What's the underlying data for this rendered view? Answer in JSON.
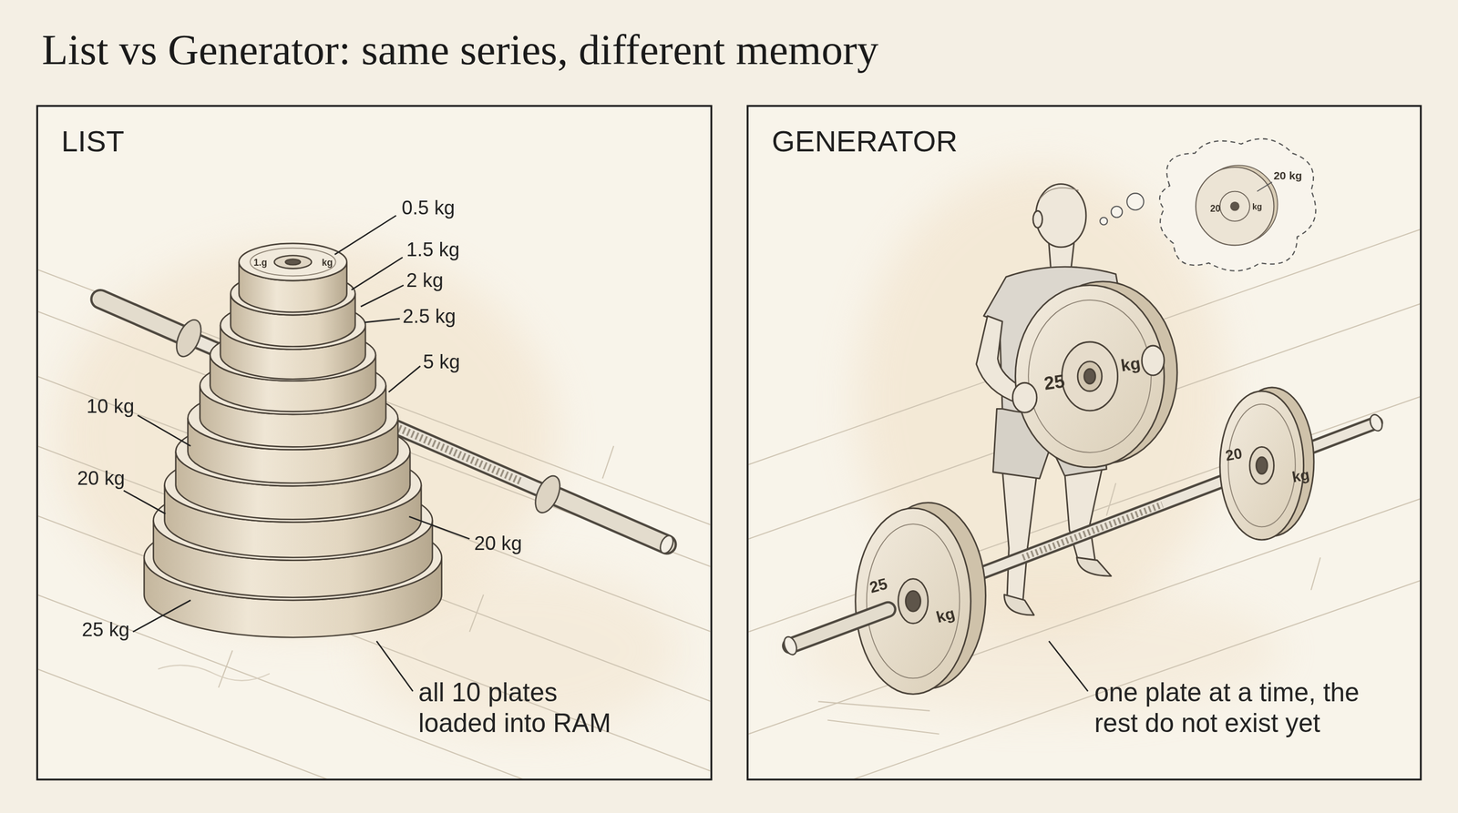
{
  "diagram": {
    "title": "List vs Generator: same series, different memory",
    "nodes": [
      {
        "text": [
          "LIST"
        ]
      },
      {
        "text": [
          "GENERATOR"
        ]
      }
    ],
    "labels": [
      "0.5 kg",
      "1.g",
      "kg",
      "1.5 kg",
      "2 kg",
      "2.5 kg",
      "5 kg",
      "10 kg",
      "20 kg",
      "20 kg",
      "25 kg",
      "all 10 plates loaded into RAM",
      "20 kg",
      "20",
      "kg",
      "25",
      "kg",
      "20",
      "kg",
      "25",
      "kg",
      "one plate at a time, the rest do not exist yet"
    ]
  }
}
